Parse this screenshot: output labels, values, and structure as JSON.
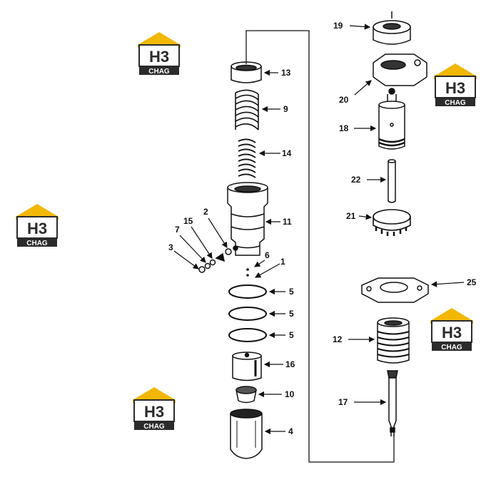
{
  "logo": {
    "mark": "H3",
    "word": "CHAG",
    "colors": {
      "roof": "#f2b705",
      "dark": "#2b2b2b",
      "text_light": "#ffffff"
    }
  },
  "labels": [
    {
      "id": "13",
      "text": "13"
    },
    {
      "id": "9",
      "text": "9"
    },
    {
      "id": "14",
      "text": "14"
    },
    {
      "id": "11",
      "text": "11"
    },
    {
      "id": "2",
      "text": "2"
    },
    {
      "id": "15",
      "text": "15"
    },
    {
      "id": "7",
      "text": "7"
    },
    {
      "id": "3",
      "text": "3"
    },
    {
      "id": "6",
      "text": "6"
    },
    {
      "id": "1",
      "text": "1"
    },
    {
      "id": "5a",
      "text": "5"
    },
    {
      "id": "5b",
      "text": "5"
    },
    {
      "id": "5c",
      "text": "5"
    },
    {
      "id": "16",
      "text": "16"
    },
    {
      "id": "10",
      "text": "10"
    },
    {
      "id": "4",
      "text": "4"
    },
    {
      "id": "19",
      "text": "19"
    },
    {
      "id": "20",
      "text": "20"
    },
    {
      "id": "18",
      "text": "18"
    },
    {
      "id": "22",
      "text": "22"
    },
    {
      "id": "21",
      "text": "21"
    },
    {
      "id": "25",
      "text": "25"
    },
    {
      "id": "12",
      "text": "12"
    },
    {
      "id": "17",
      "text": "17"
    }
  ]
}
